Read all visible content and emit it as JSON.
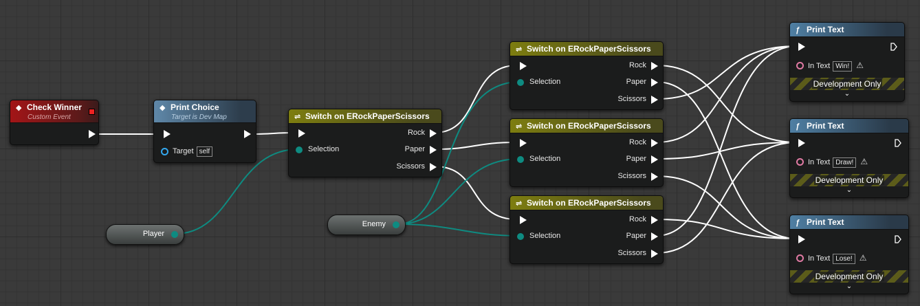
{
  "nodes": {
    "check_winner": {
      "title": "Check Winner",
      "subtitle": "Custom Event"
    },
    "print_choice": {
      "title": "Print Choice",
      "subtitle": "Target is Dev Map",
      "target_label": "Target",
      "target_value": "self"
    },
    "switch_label": "Switch on ERockPaperScissors",
    "selection_label": "Selection",
    "outputs": [
      "Rock",
      "Paper",
      "Scissors"
    ],
    "print_text": {
      "title": "Print Text",
      "in_text_label": "In Text",
      "dev_only": "Development Only",
      "values": [
        "Win!",
        "Draw!",
        "Lose!"
      ]
    },
    "vars": {
      "player": "Player",
      "enemy": "Enemy"
    }
  },
  "colors": {
    "event_header": "#a31517",
    "function_header": "#5f88a9",
    "switch_header": "#7d7d10",
    "enum_wire": "#0e8b81",
    "exec_wire": "#ffffff"
  }
}
